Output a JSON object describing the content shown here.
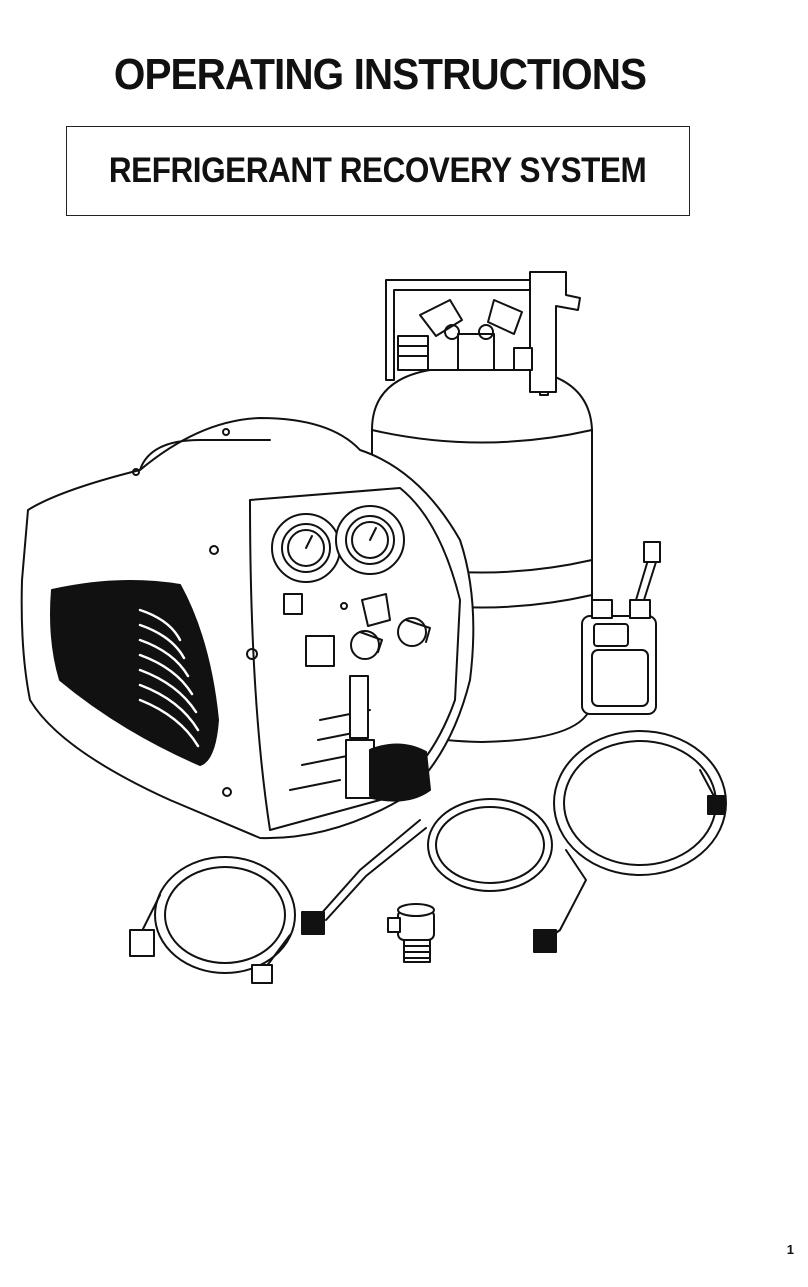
{
  "document": {
    "title": "OPERATING INSTRUCTIONS",
    "subtitle": "REFRIGERANT RECOVERY SYSTEM",
    "page_number": "1"
  },
  "illustration": {
    "parts": [
      "recovery-machine-icon",
      "recovery-tank-icon",
      "filter-drier-icon",
      "refrigerant-hoses-icon",
      "coupler-icon"
    ]
  },
  "colors": {
    "ink": "#111111",
    "paper": "#ffffff"
  }
}
